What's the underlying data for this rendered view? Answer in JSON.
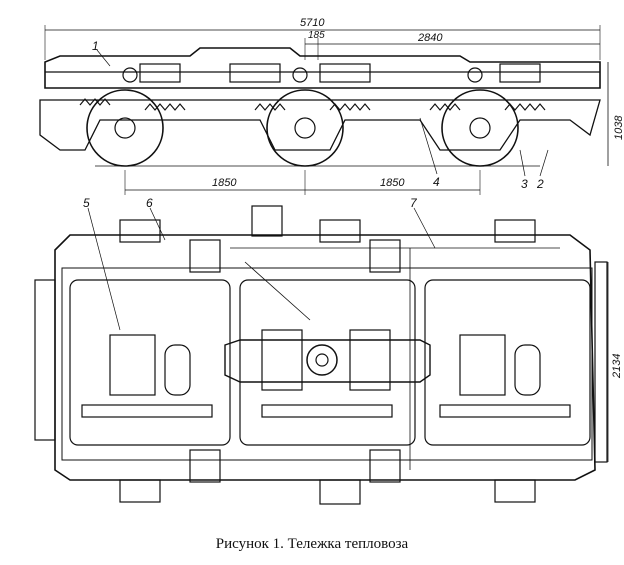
{
  "caption": "Рисунок 1. Тележка тепловоза",
  "dimensions": {
    "overall_length": "5710",
    "half_length": "2840",
    "offset": "185",
    "height": "1038",
    "axle_spacing_1": "1850",
    "axle_spacing_2": "1850",
    "width": "2134"
  },
  "callouts": {
    "c1": "1",
    "c2": "2",
    "c3": "3",
    "c4": "4",
    "c5": "5",
    "c6": "6",
    "c7": "7"
  }
}
